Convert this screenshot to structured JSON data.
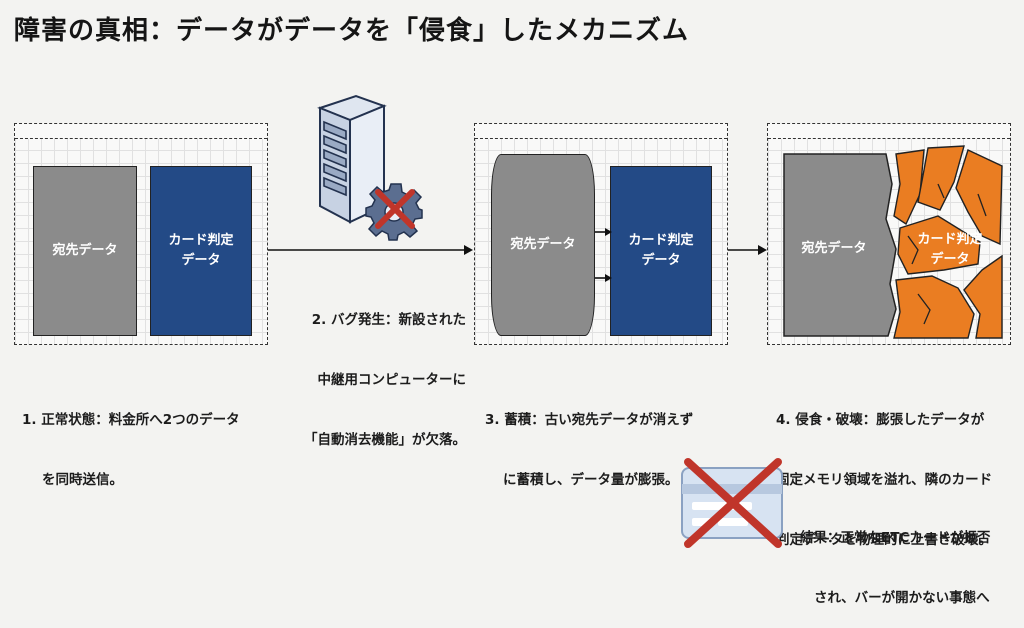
{
  "title": "障害の真相：データがデータを「侵食」したメカニズム",
  "blocks": {
    "destination": "宛先データ",
    "card_check_line1": "カード判定",
    "card_check_line2": "データ"
  },
  "steps": [
    {
      "line1": "1. 正常状態：料金所へ2つのデータ",
      "line2": "を同時送信。"
    },
    {
      "line1": "2. バグ発生：新設された",
      "line2": "中継用コンピューターに",
      "line3": "「自動消去機能」が欠落。"
    },
    {
      "line1": "3. 蓄積：古い宛先データが消えず",
      "line2": "に蓄積し、データ量が膨張。"
    },
    {
      "line1": "4. 侵食・破壊：膨張したデータが",
      "line2": "固定メモリ領域を溢れ、隣のカード",
      "line3": "判定データを物理的に上書き破壊。"
    }
  ],
  "result": {
    "line1": "結果：正常なETCカードが拒否",
    "line2": "され、バーが開かない事態へ"
  },
  "colors": {
    "gray": "#8b8b8b",
    "navy": "#234a86",
    "orange": "#ea7d22",
    "red_x": "#c0352a"
  },
  "icons": [
    "server-icon",
    "gear-icon",
    "red-x-icon",
    "arrow-icon",
    "etc-card-icon"
  ]
}
